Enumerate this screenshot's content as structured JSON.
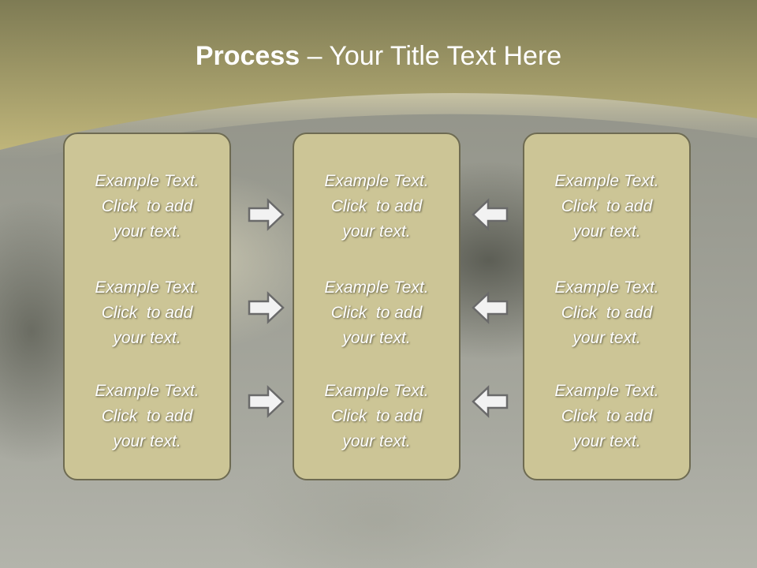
{
  "slide": {
    "title_bold": "Process",
    "title_rest": " – Your Title Text Here"
  },
  "columns": [
    {
      "id": "left",
      "blocks": [
        {
          "line1": "Example Text.",
          "line2": "Click  to add",
          "line3": "your text."
        },
        {
          "line1": "Example Text.",
          "line2": "Click  to add",
          "line3": "your text."
        },
        {
          "line1": "Example Text.",
          "line2": "Click  to add",
          "line3": "your text."
        }
      ]
    },
    {
      "id": "middle",
      "blocks": [
        {
          "line1": "Example Text.",
          "line2": "Click  to add",
          "line3": "your text."
        },
        {
          "line1": "Example Text.",
          "line2": "Click  to add",
          "line3": "your text."
        },
        {
          "line1": "Example Text.",
          "line2": "Click  to add",
          "line3": "your text."
        }
      ]
    },
    {
      "id": "right",
      "blocks": [
        {
          "line1": "Example Text.",
          "line2": "Click  to add",
          "line3": "your text."
        },
        {
          "line1": "Example Text.",
          "line2": "Click  to add",
          "line3": "your text."
        },
        {
          "line1": "Example Text.",
          "line2": "Click  to add",
          "line3": "your text."
        }
      ]
    }
  ],
  "arrows": {
    "left_to_middle": [
      "right-arrow-icon",
      "right-arrow-icon",
      "right-arrow-icon"
    ],
    "right_to_middle": [
      "left-arrow-icon",
      "left-arrow-icon",
      "left-arrow-icon"
    ]
  },
  "colors": {
    "header_top": "#7e7b54",
    "header_band": "#bfb57a",
    "box_fill": "#ccc596",
    "box_border": "#6e6b52",
    "arrow_fill": "#f2f2f2",
    "arrow_stroke": "#6a6a6a"
  }
}
